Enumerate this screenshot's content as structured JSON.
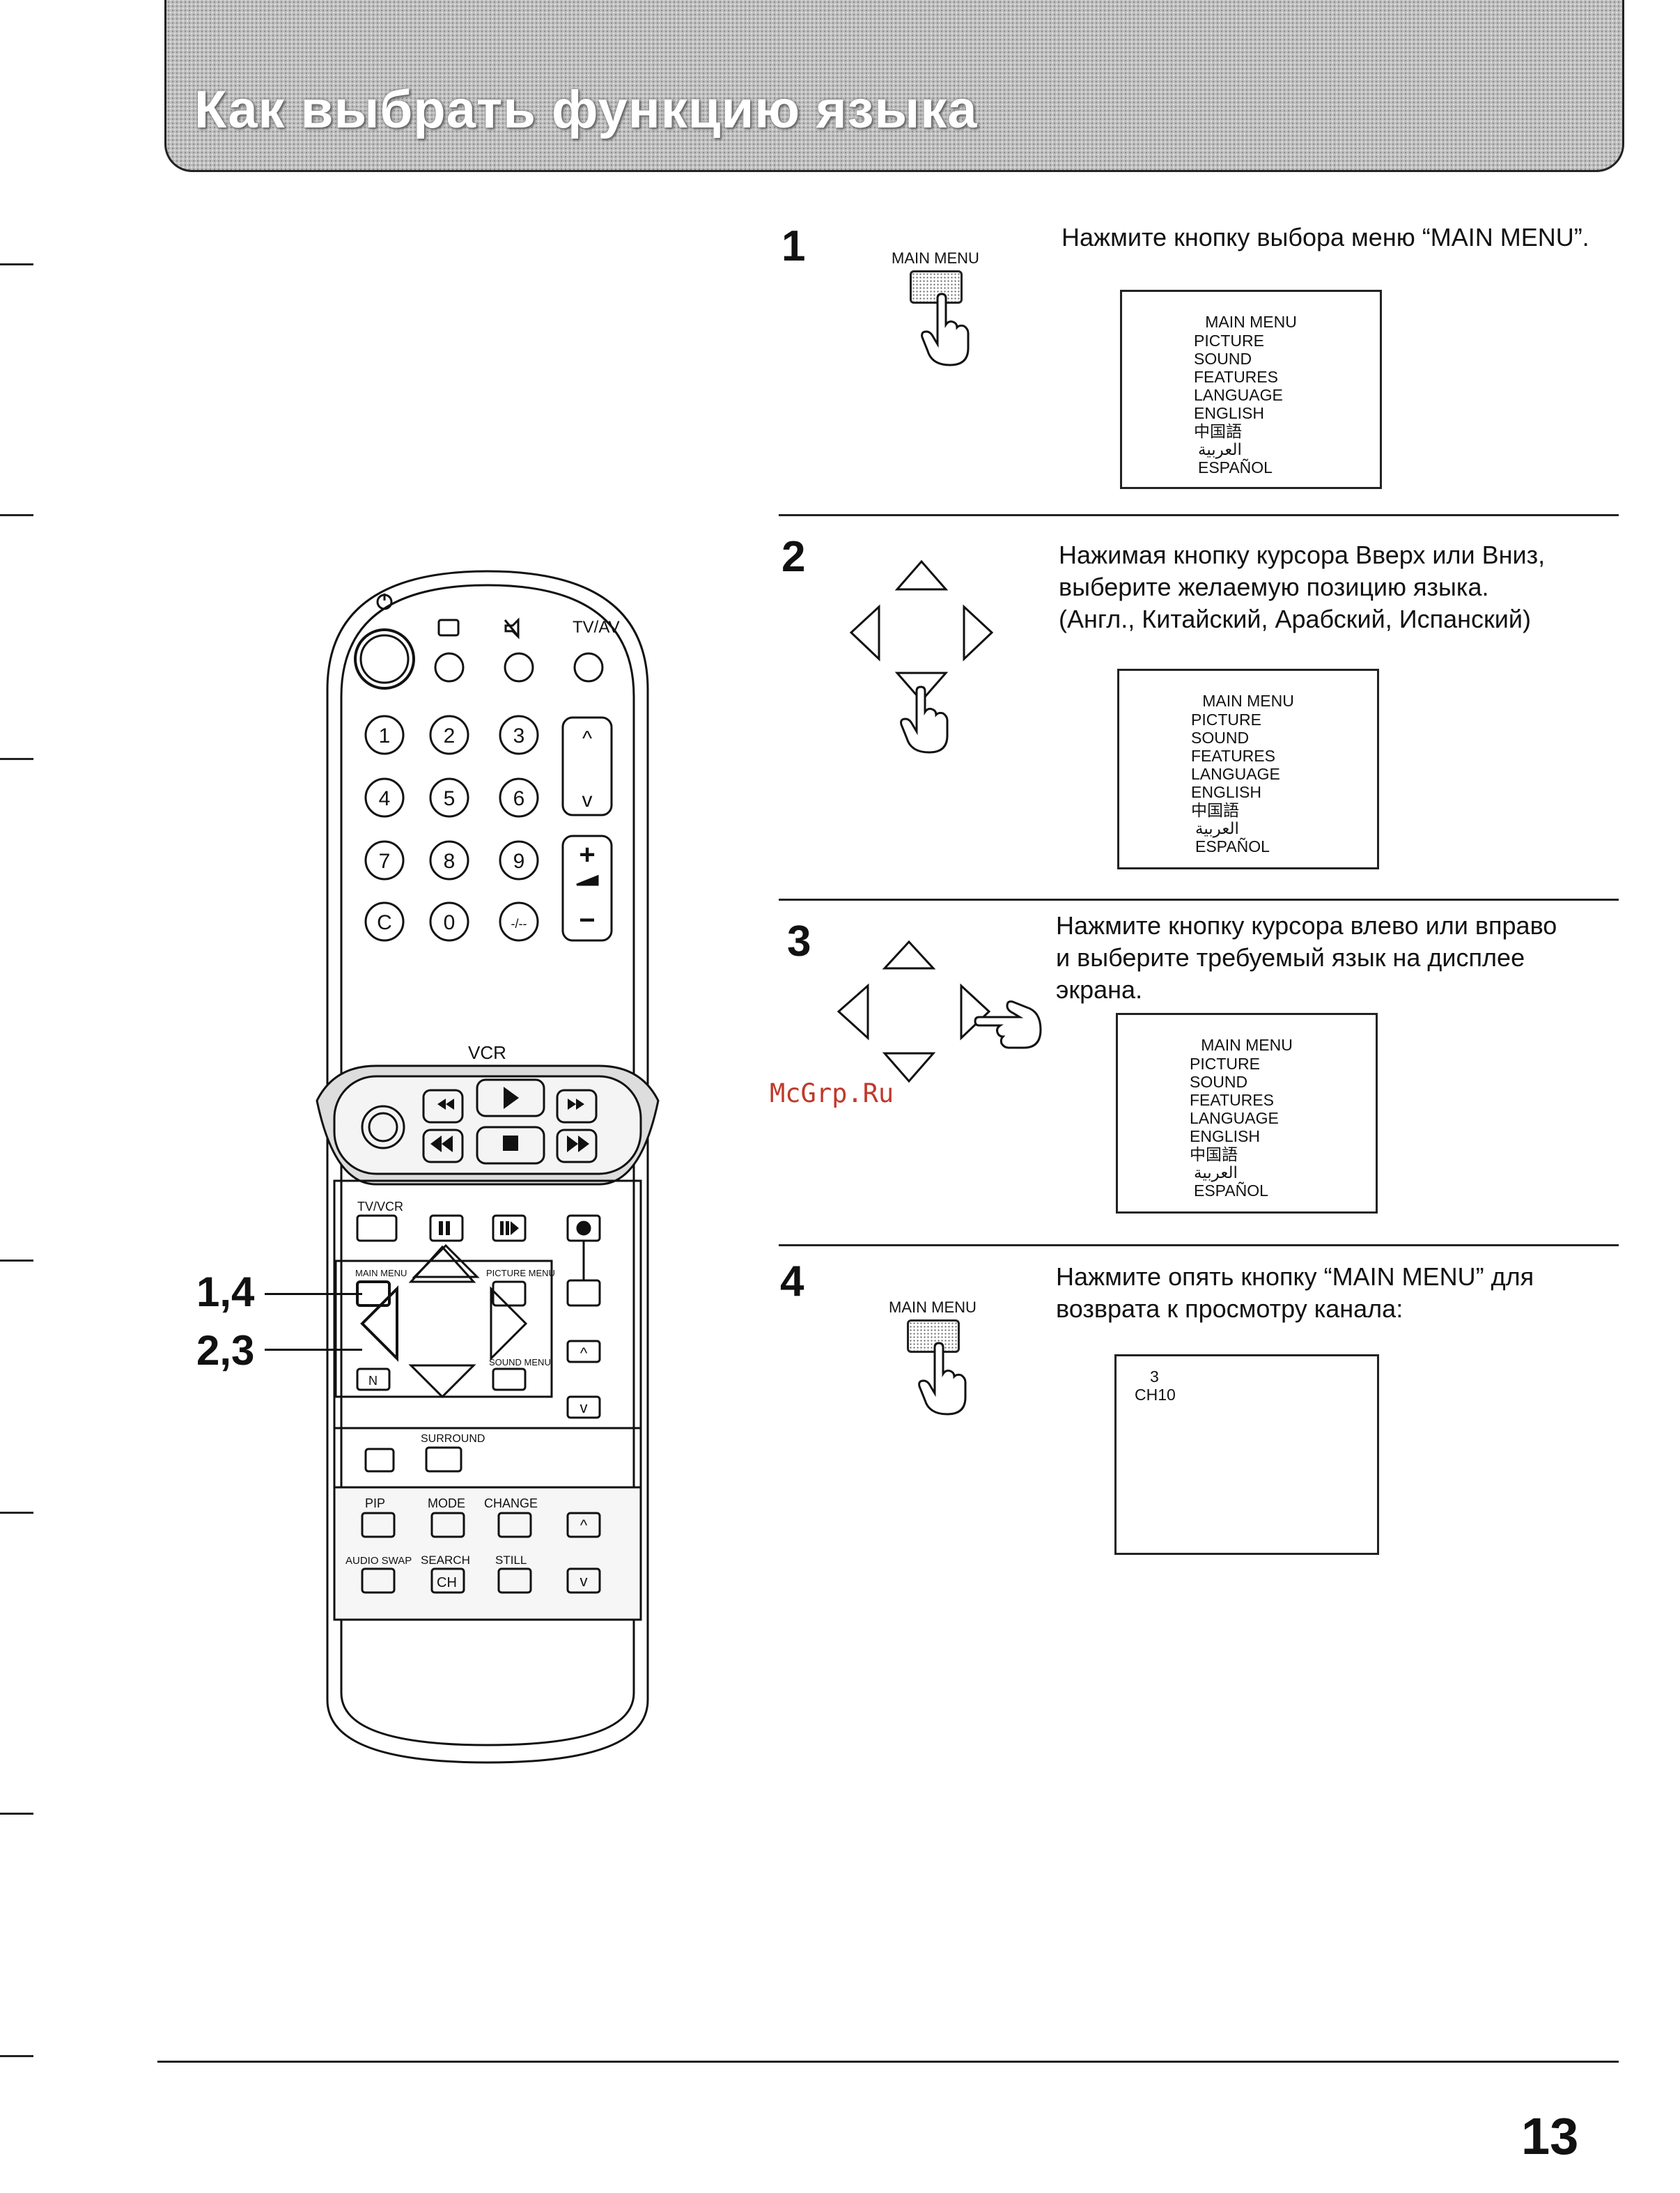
{
  "header": {
    "title": "Как выбрать функцию языка"
  },
  "page_number": "13",
  "watermark": "McGrp.Ru",
  "steps": [
    {
      "number": "1",
      "button_label": "MAIN MENU",
      "text_lines": [
        "Нажмите кнопку выбора меню “MAIN MENU”."
      ],
      "screen": {
        "title": "MAIN MENU",
        "items": [
          "PICTURE",
          "SOUND",
          "FEATURES",
          "LANGUAGE",
          "ENGLISH",
          "中国語",
          "العربية",
          "ESPAÑOL"
        ]
      }
    },
    {
      "number": "2",
      "text_lines": [
        "Нажимая кнопку курсора Вверх или Вниз,",
        "выберите желаемую позицию языка.",
        "(Англ., Китайский, Арабский, Испанский)"
      ],
      "screen": {
        "title": "MAIN MENU",
        "items": [
          "PICTURE",
          "SOUND",
          "FEATURES",
          "LANGUAGE",
          "ENGLISH",
          "中国語",
          "العربية",
          "ESPAÑOL"
        ]
      }
    },
    {
      "number": "3",
      "text_lines": [
        "Нажмите кнопку курсора влево или вправо",
        "и выберите требуемый язык на дисплее",
        "экрана."
      ],
      "screen": {
        "title": "MAIN MENU",
        "items": [
          "PICTURE",
          "SOUND",
          "FEATURES",
          "LANGUAGE",
          "ENGLISH",
          "中国語",
          "العربية",
          "ESPAÑOL"
        ]
      }
    },
    {
      "number": "4",
      "button_label": "MAIN MENU",
      "text_lines": [
        "Нажмите опять кнопку “MAIN MENU” для",
        "возврата к просмотру канала:"
      ],
      "screen": {
        "line1": "3",
        "line2": "CH10"
      }
    }
  ],
  "remote": {
    "annotations": [
      "1,4",
      "2,3"
    ],
    "labels": {
      "tvav": "TV/AV",
      "vcr": "VCR",
      "tvvcr": "TV/VCR",
      "main_menu": "MAIN MENU",
      "picture_menu": "PICTURE MENU",
      "sound_menu": "SOUND MENU",
      "n": "N",
      "surround": "SURROUND",
      "pip": "PIP",
      "mode": "MODE",
      "change": "CHANGE",
      "audio_swap": "AUDIO SWAP",
      "search": "SEARCH",
      "still": "STILL",
      "ch": "CH"
    },
    "digits": [
      "1",
      "2",
      "3",
      "4",
      "5",
      "6",
      "7",
      "8",
      "9",
      "C",
      "0",
      "-/--"
    ],
    "channel_up": "^",
    "channel_down": "v",
    "volume_plus": "+",
    "volume_minus": "−"
  },
  "icons": {
    "hand": "pointing-hand-icon",
    "up": "triangle-up-icon",
    "down": "triangle-down-icon",
    "left": "triangle-left-icon",
    "right": "triangle-right-icon"
  }
}
